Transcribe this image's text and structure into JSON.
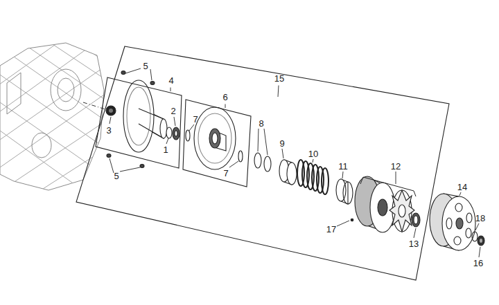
{
  "diagram": {
    "nodes": [
      {
        "text": [
          "15"
        ]
      },
      {
        "text": [
          "4"
        ],
        "in": 0
      },
      {
        "text": [
          "6"
        ],
        "in": 0
      }
    ],
    "labels": [
      "5",
      "5",
      "3",
      "2",
      "1",
      "7",
      "7",
      "8",
      "9",
      "10",
      "11",
      "12",
      "17",
      "13",
      "14",
      "18",
      "16"
    ]
  }
}
